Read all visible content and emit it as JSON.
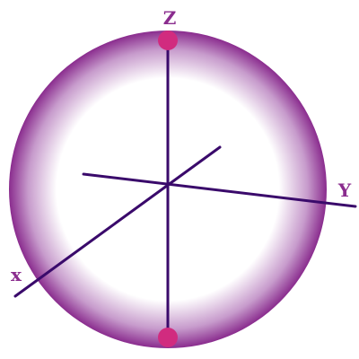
{
  "colors": {
    "sphere_edge": "#8a2c8e",
    "sphere_mid": "#c79bcc",
    "sphere_center": "#ffffff",
    "axis": "#3a0a6b",
    "pole": "#d12b7f",
    "label": "#8a2c8e"
  },
  "labels": {
    "z": "Z",
    "y": "Y",
    "x": "x"
  }
}
